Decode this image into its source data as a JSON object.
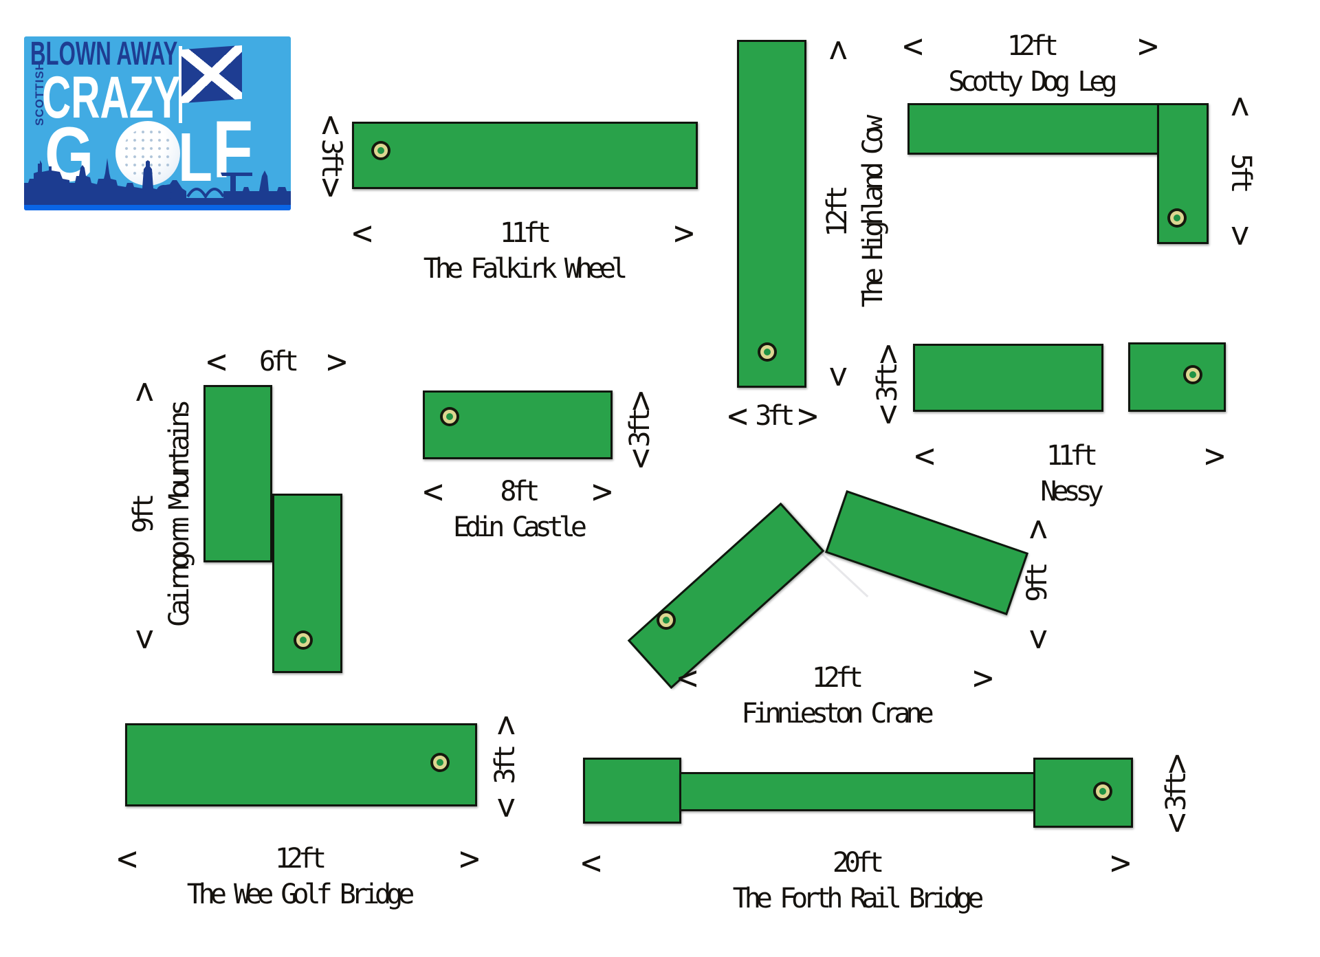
{
  "logo": {
    "top_line": "BLOWN AWAY",
    "side_word": "SCOTTISH",
    "main_word": "CRAZY",
    "golf_g": "G",
    "golf_l": "L",
    "golf_f": "F",
    "colors": {
      "background": "#41ABE3",
      "navy": "#1E3D92",
      "white": "#FFFFFF",
      "bottom_strip": "#0A65E6"
    }
  },
  "chevrons": {
    "left": "<",
    "right": ">"
  },
  "diagram": {
    "colors": {
      "felt_green": "#29A24A",
      "outline": "#10160E",
      "hole_ring_yellow": "#DDD791",
      "hole_ring_black": "#15190D",
      "text": "#15120E"
    },
    "holes": [
      {
        "name": "The Falkirk Wheel",
        "length_label": "11ft",
        "width_label": "3ft"
      },
      {
        "name": "The Highland Cow",
        "length_label": "12ft",
        "width_label": "3ft"
      },
      {
        "name": "Scotty Dog Leg",
        "length_label": "12ft",
        "width_label": "5ft"
      },
      {
        "name": "Cairngorm Mountains",
        "length_label": "9ft",
        "width_label": "6ft"
      },
      {
        "name": "Edin Castle",
        "length_label": "8ft",
        "width_label": "3ft"
      },
      {
        "name": "Nessy",
        "length_label": "11ft",
        "width_label": "3ft"
      },
      {
        "name": "Finnieston Crane",
        "length_label": "12ft",
        "width_label": "9ft"
      },
      {
        "name": "The Wee Golf Bridge",
        "length_label": "12ft",
        "width_label": "3ft"
      },
      {
        "name": "The Forth Rail Bridge",
        "length_label": "20ft",
        "width_label": "3ft"
      }
    ]
  }
}
